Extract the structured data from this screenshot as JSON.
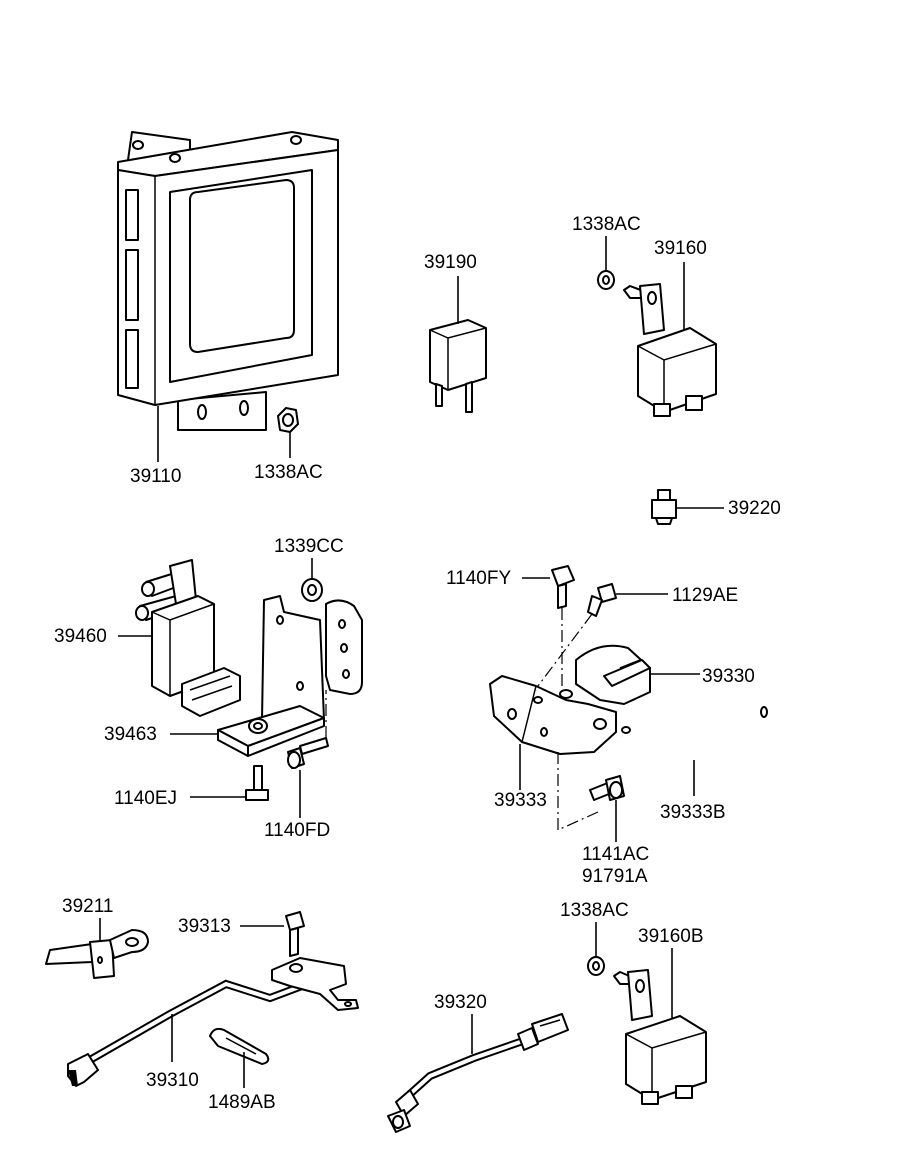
{
  "labels": {
    "p39110": "39110",
    "p1338AC_a": "1338AC",
    "p39190": "39190",
    "p1338AC_b": "1338AC",
    "p39160": "39160",
    "p39220": "39220",
    "p1339CC": "1339CC",
    "p39460": "39460",
    "p39463": "39463",
    "p1140EJ": "1140EJ",
    "p1140FD": "1140FD",
    "p1140FY": "1140FY",
    "p1129AE": "1129AE",
    "p39330": "39330",
    "p39333": "39333",
    "p39333B": "39333B",
    "p1141AC": "1141AC",
    "p91791A": "91791A",
    "p39211": "39211",
    "p39313": "39313",
    "p39310": "39310",
    "p1489AB": "1489AB",
    "p39320": "39320",
    "p1338AC_c": "1338AC",
    "p39160B": "39160B"
  }
}
